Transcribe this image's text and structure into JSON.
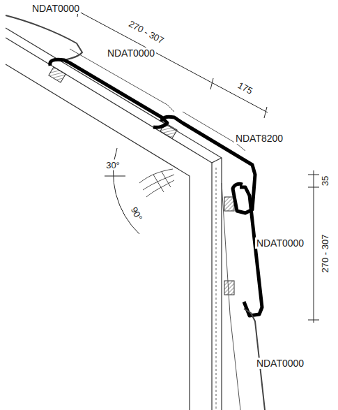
{
  "diagram": {
    "labels": [
      "NDAT0000",
      "270 - 307",
      "NDAT0000",
      "175",
      "NDAT8200",
      "35",
      "NDAT0000",
      "270 - 307",
      "NDAT0000",
      "30°",
      "90°"
    ]
  }
}
